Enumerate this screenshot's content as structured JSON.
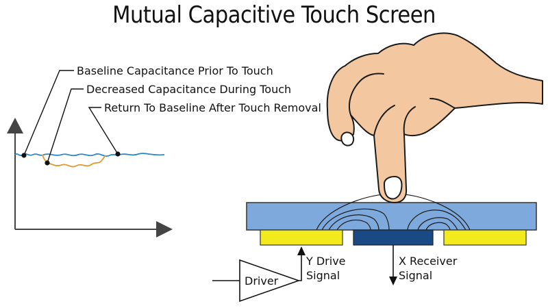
{
  "title": "Mutual Capacitive Touch Screen",
  "graph": {
    "annotations": [
      "Baseline Capacitance Prior To Touch",
      "Decreased Capacitance During Touch",
      "Return To Baseline After Touch Removal"
    ]
  },
  "circuit": {
    "driver_label": "Driver",
    "y_drive_line1": "Y Drive",
    "y_drive_line2": "Signal",
    "x_receiver_line1": "X Receiver",
    "x_receiver_line2": "Signal"
  },
  "colors": {
    "baseline_signal": "#2b86c8",
    "touch_signal": "#e09a2e",
    "glass": "#7ea9dc",
    "electrode_y": "#f2ea1d",
    "electrode_x": "#1a4a86",
    "skin": "#f3c8a0"
  }
}
